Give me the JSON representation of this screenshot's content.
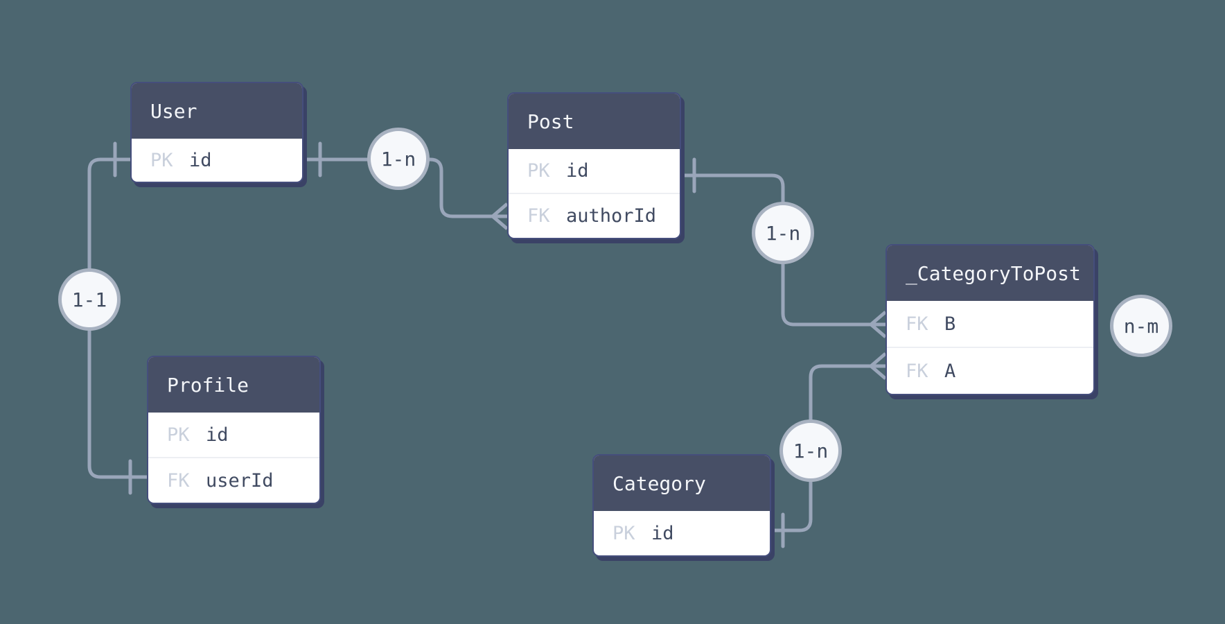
{
  "theme": {
    "background_color": "#4c6670",
    "wire_color": "#9aa6ba",
    "header_fill": "#474f66",
    "header_text": "#f4f6f9",
    "key_text": "#c9d0dc",
    "field_text": "#404a61",
    "circle_fill": "#f6f8fb",
    "circle_border": "#a8b2c1",
    "circle_text": "#3f4a5e",
    "card_border": "#454e7c",
    "card_shadow": "#3a4266",
    "row_divider": "#edeff3",
    "body_fill": "#ffffff"
  },
  "entities": [
    {
      "name": "User",
      "rows": [
        {
          "key": "PK",
          "field": "id"
        }
      ]
    },
    {
      "name": "Post",
      "rows": [
        {
          "key": "PK",
          "field": "id"
        },
        {
          "key": "FK",
          "field": "authorId"
        }
      ]
    },
    {
      "name": "Profile",
      "rows": [
        {
          "key": "PK",
          "field": "id"
        },
        {
          "key": "FK",
          "field": "userId"
        }
      ]
    },
    {
      "name": "Category",
      "rows": [
        {
          "key": "PK",
          "field": "id"
        }
      ]
    },
    {
      "name": "_CategoryToPost",
      "rows": [
        {
          "key": "FK",
          "field": "B"
        },
        {
          "key": "FK",
          "field": "A"
        }
      ]
    }
  ],
  "relationships": [
    {
      "label": "1-n",
      "from": "User.id",
      "to": "Post.authorId"
    },
    {
      "label": "1-1",
      "from": "User.id",
      "to": "Profile.userId"
    },
    {
      "label": "1-n",
      "from": "Post.id",
      "to": "_CategoryToPost.B"
    },
    {
      "label": "1-n",
      "from": "Category.id",
      "to": "_CategoryToPost.A"
    },
    {
      "label": "n-m",
      "from": "_CategoryToPost",
      "to": "_CategoryToPost"
    }
  ]
}
